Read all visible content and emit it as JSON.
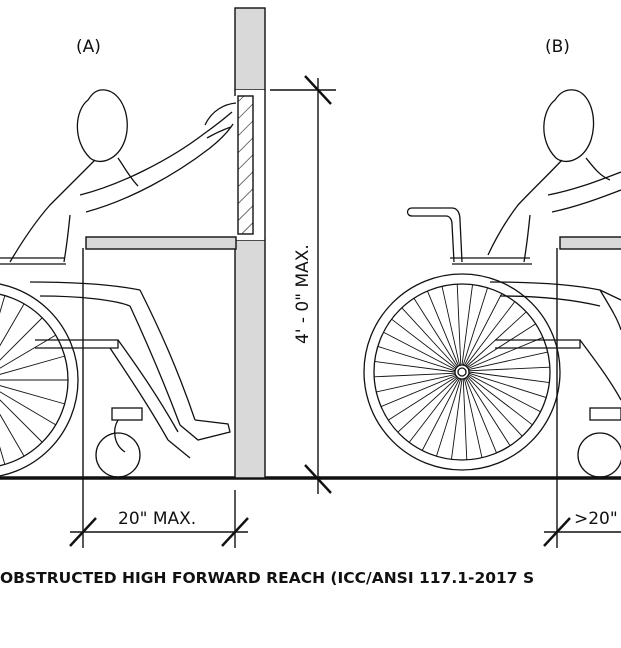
{
  "labels": {
    "panel_a": "(A)",
    "panel_b": "(B)",
    "height_dimension": "4' - 0\" MAX.",
    "depth_dimension_a": "20\" MAX.",
    "depth_dimension_b": ">20\""
  },
  "caption": "OBSTRUCTED HIGH FORWARD REACH (ICC/ANSI 117.1-2017 S",
  "colors": {
    "ink": "#111111",
    "background": "#ffffff"
  }
}
